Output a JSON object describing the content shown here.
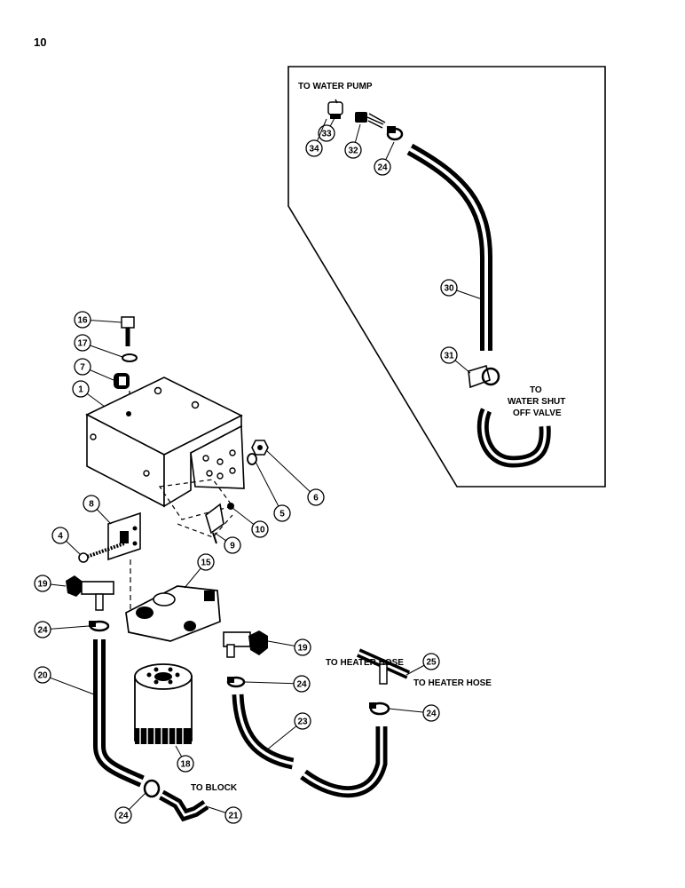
{
  "page_number": "10",
  "labels": {
    "to_water_pump": "TO WATER PUMP",
    "to_water_shutoff_1": "TO",
    "to_water_shutoff_2": "WATER SHUT",
    "to_water_shutoff_3": "OFF VALVE",
    "to_heater_hose_top": "TO HEATER HOSE",
    "to_heater_hose_right": "TO HEATER HOSE",
    "to_block": "TO BLOCK"
  },
  "callouts": [
    "16",
    "17",
    "7",
    "1",
    "6",
    "5",
    "10",
    "9",
    "8",
    "4",
    "15",
    "19",
    "24",
    "20",
    "18",
    "19",
    "24",
    "23",
    "25",
    "24",
    "24",
    "21",
    "33",
    "34",
    "32",
    "24",
    "30",
    "31"
  ]
}
